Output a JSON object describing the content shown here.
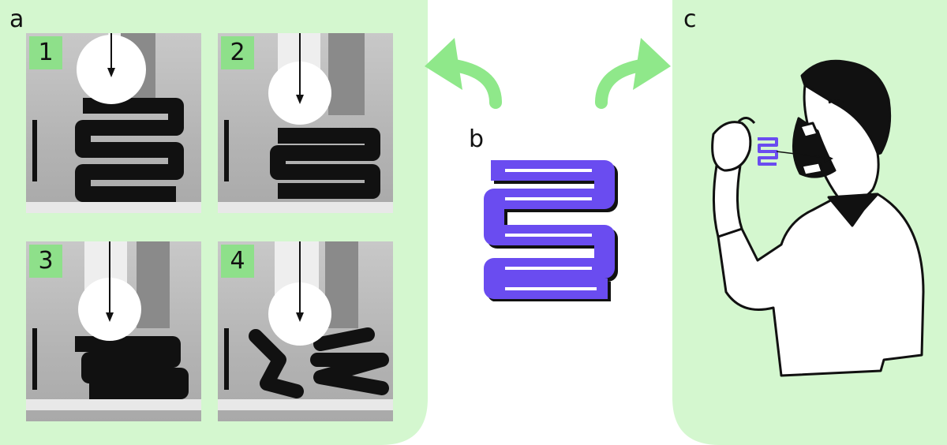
{
  "panels": {
    "a": {
      "label": "a"
    },
    "b": {
      "label": "b"
    },
    "c": {
      "label": "c"
    }
  },
  "photos": [
    {
      "number": "1"
    },
    {
      "number": "2"
    },
    {
      "number": "3"
    },
    {
      "number": "4"
    }
  ],
  "colors": {
    "panel_bg": "#d4f7cf",
    "arrow_green": "#8fe88a",
    "badge_green": "#8ee08a",
    "spring_purple": "#6a4cf0",
    "ink": "#111111"
  }
}
